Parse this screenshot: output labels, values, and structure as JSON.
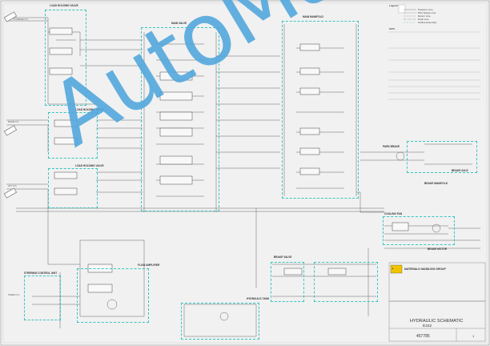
{
  "diagram": {
    "title_block": {
      "company": "MATERIALS HANDLING GROUP",
      "title": "HYDRAULIC SCHEMATIC",
      "model": "E222",
      "drawing_no": "457785",
      "sheet": "1"
    },
    "watermark": "AutoManual",
    "sections": {
      "load_holding_valve_1": "LOAD HOLDING VALVE",
      "load_holding_valve_2": "LOAD HOLDING VALVE",
      "load_holding_valve_3": "LOAD HOLDING VALVE",
      "main_valve": "MAIN VALVE",
      "main_manifold": "MAIN MANIFOLD",
      "park_brake": "PARK BRAKE",
      "brake_axle": "BRAKE AXLE",
      "brake_manifold": "BRAKE MANIFOLD",
      "cooling_fan": "COOLING FAN",
      "brake_motor": "BRAKE MOTOR",
      "steering_control": "STEERING CONTROL UNIT",
      "flow_amplifier": "FLOW AMPLIFIER",
      "hydraulic_tank": "HYDRAULIC TANK",
      "brake_valve": "BRAKE VALVE"
    },
    "cylinders": {
      "tilt": "TILT/RAISE CYL",
      "boom": "BOOM CYL",
      "lift": "LIFT CYL",
      "steer": "STEER CYL"
    },
    "legend": {
      "title": "Legend",
      "items": [
        "Pressure Line",
        "Pilot Supply Line",
        "Return Line",
        "Drain Line",
        "Outline Assembly"
      ]
    },
    "notes_title": "NOTE",
    "colors": {
      "dashed_box": "#39c4c0",
      "line": "#555555",
      "watermark": "#4fa7dd",
      "logo_bg": "#f1c400"
    }
  }
}
